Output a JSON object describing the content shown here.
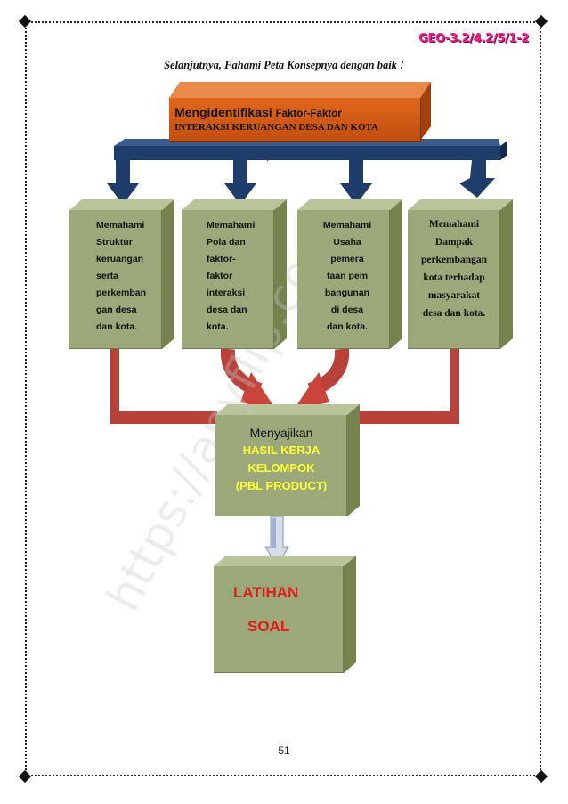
{
  "header": {
    "code": "GEO-3.2/4.2/5/1-2",
    "intro": "Selanjutnya, Fahami Peta Konsepnya dengan baik !"
  },
  "title_box": {
    "main_a": "Mengidentifikasi",
    "main_b": "Faktor-Faktor",
    "sub": "INTERAKSI KERUANGAN DESA DAN KOTA"
  },
  "boxes": [
    {
      "lines": [
        "Memahami",
        "Struktur",
        "keruangan",
        "serta",
        "perkemban",
        "gan desa",
        "dan kota."
      ]
    },
    {
      "lines": [
        "Memahami",
        "Pola dan",
        "faktor-",
        "faktor",
        "interaksi",
        "desa dan",
        "kota."
      ]
    },
    {
      "lines": [
        "Memahami",
        "Usaha",
        "pemera",
        "taan pem",
        "bangunan",
        "di desa",
        "dan kota."
      ]
    },
    {
      "lines": [
        "Memahami",
        "Dampak",
        "perkembangan",
        "kota terhadap",
        "masyarakat",
        "desa dan kota."
      ]
    }
  ],
  "center_box": {
    "head": "Menyajikan",
    "line1": "HASIL KERJA",
    "line2": "KELOMPOK",
    "line3": "(PBL PRODUCT)"
  },
  "final_box": {
    "line1": "LATIHAN",
    "line2": "SOAL"
  },
  "watermark": "https://anyflip.com",
  "page_number": "51",
  "colors": {
    "title_orange": "#d65b16",
    "box_green": "#9ba87a",
    "arrow_navy": "#1f3d6b",
    "arrow_red": "#b8413a",
    "code_pink": "#e8208a",
    "final_red": "#e41b17",
    "center_yellow": "#ffff33"
  }
}
